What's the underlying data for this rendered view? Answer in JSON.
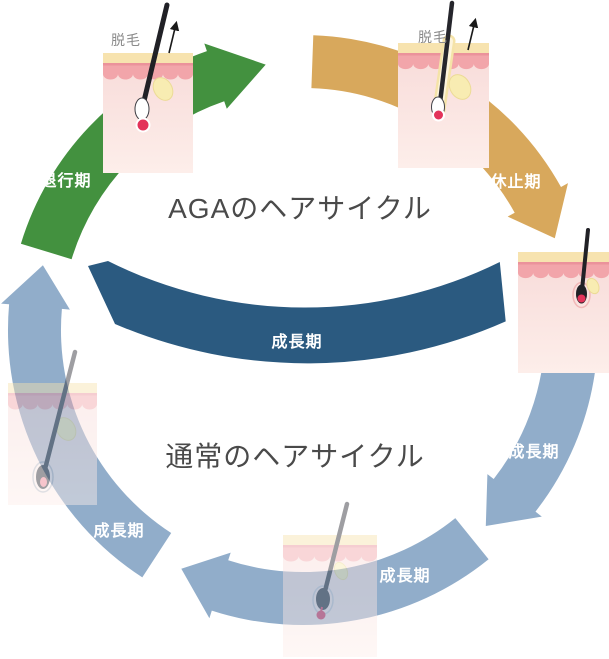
{
  "titles": {
    "aga": "AGAのヘアサイクル",
    "normal": "通常のヘアサイクル"
  },
  "arcs": [
    {
      "name": "taikouki",
      "label": "退行期",
      "color": "#43913f"
    },
    {
      "name": "kyushiki",
      "label": "休止期",
      "color": "#d8a85c"
    },
    {
      "name": "aga-seichouki",
      "label": "成長期",
      "color": "#2b5a80"
    },
    {
      "name": "normal-seichouki-right",
      "label": "成長期",
      "color": "#91adca"
    },
    {
      "name": "normal-seichouki-bottom",
      "label": "成長期",
      "color": "#91adca"
    },
    {
      "name": "normal-seichouki-left",
      "label": "成長期",
      "color": "#91adca"
    }
  ],
  "shed_labels": [
    {
      "label": "脱毛"
    },
    {
      "label": "脱毛"
    }
  ],
  "text_colors": {
    "arc_text": "#ffffff",
    "shed_text": "#8b8b8b",
    "title_text": "#4a4a4a"
  }
}
